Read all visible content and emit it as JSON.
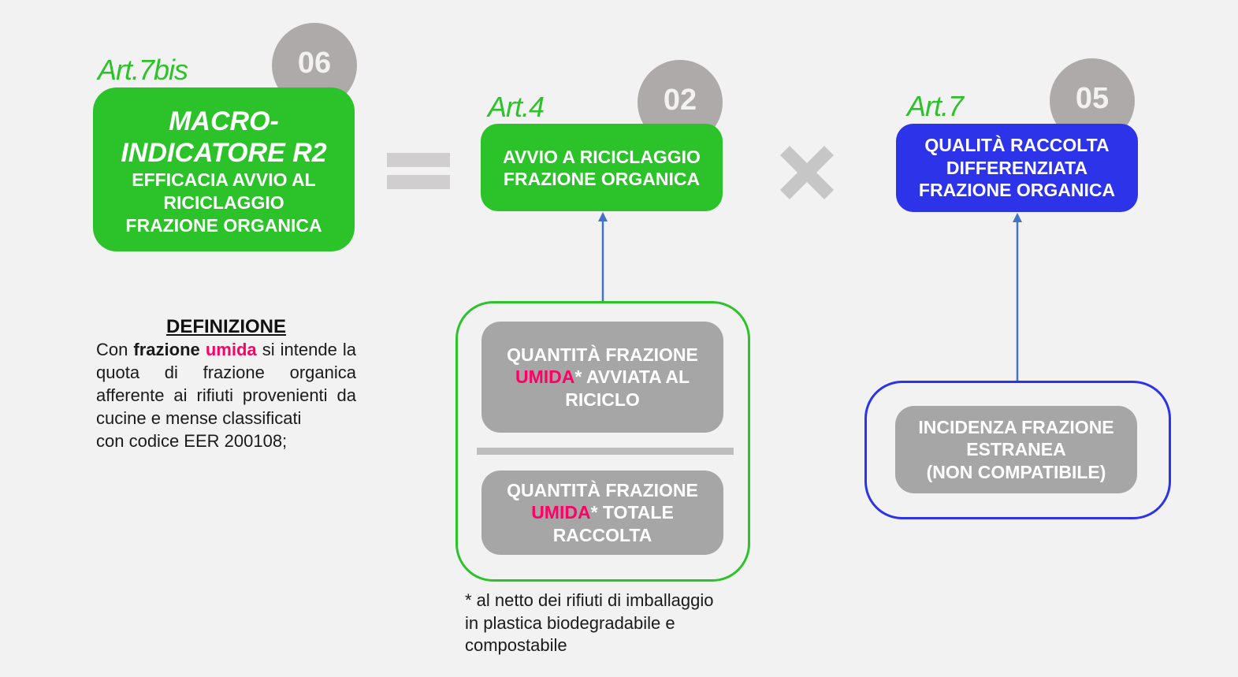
{
  "colors": {
    "green": "#2cc22a",
    "blue": "#2d33e8",
    "grey_box": "#a6a6a6",
    "badge": "#aeaaa9",
    "highlight": "#ff0066",
    "arrow": "#4472c4",
    "operator": "#d0cecf"
  },
  "macro": {
    "article": "Art.7bis",
    "badge": "06",
    "title_line1": "MACRO-",
    "title_line2": "INDICATORE R2",
    "subtitle_line1": "EFFICACIA AVVIO AL",
    "subtitle_line2": "RICICLAGGIO",
    "subtitle_line3": "FRAZIONE ORGANICA"
  },
  "operators": {
    "equals_icon": "equals-sign",
    "times_icon": "multiplication-cross"
  },
  "definition": {
    "title": "DEFINIZIONE",
    "text_before": "Con ",
    "text_bold": "frazione",
    "text_highlight": "umida",
    "text_after": " si intende la quota di frazione organica afferente ai rifiuti provenienti da cucine e mense classificati",
    "text_last": "con codice EER 200108;"
  },
  "indicator_02": {
    "article": "Art.4",
    "badge": "02",
    "line1": "AVVIO A RICICLAGGIO",
    "line2": "FRAZIONE ORGANICA",
    "numerator": {
      "line1": "QUANTITÀ FRAZIONE",
      "highlight": "UMIDA",
      "line2_rest": "* AVVIATA AL",
      "line3": "RICICLO"
    },
    "denominator": {
      "line1": "QUANTITÀ FRAZIONE",
      "highlight": "UMIDA",
      "line2_rest": "* TOTALE",
      "line3": "RACCOLTA"
    },
    "footnote": {
      "line1": "* al netto dei rifiuti di imballaggio",
      "line2": "in plastica biodegradabile e",
      "line3": "compostabile"
    }
  },
  "indicator_05": {
    "article": "Art.7",
    "badge": "05",
    "line1": "QUALITÀ RACCOLTA",
    "line2": "DIFFERENZIATA",
    "line3": "FRAZIONE ORGANICA",
    "component": {
      "line1": "INCIDENZA FRAZIONE",
      "line2": "ESTRANEA",
      "line3": "(NON COMPATIBILE)"
    }
  }
}
